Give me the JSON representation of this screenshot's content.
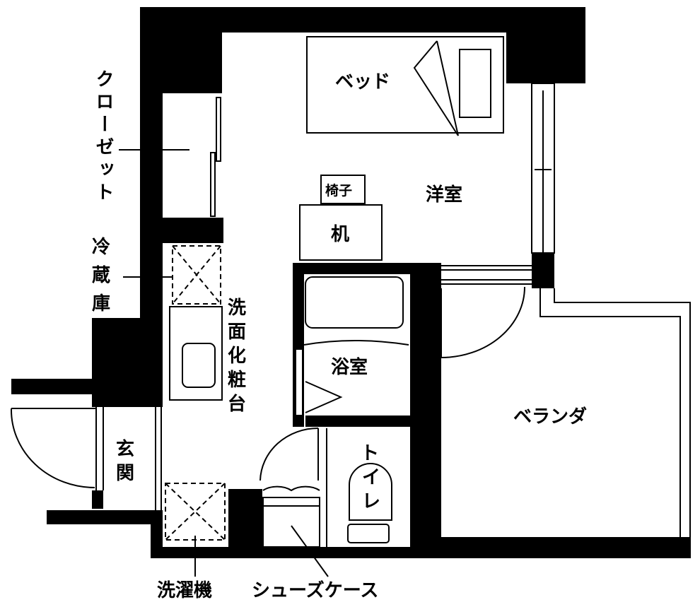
{
  "floorplan": {
    "labels": {
      "closet": "クローゼット",
      "fridge": [
        "冷",
        "蔵",
        "庫"
      ],
      "vanity": [
        "洗",
        "面",
        "化",
        "粧",
        "台"
      ],
      "entrance": [
        "玄",
        "関"
      ],
      "washer": "洗濯機",
      "shoe_case": "シューズケース",
      "bed": "ベッド",
      "chair": "椅子",
      "desk": "机",
      "western_room": "洋室",
      "bathroom": "浴室",
      "toilet": [
        "ト",
        "イ",
        "レ"
      ],
      "balcony": "ベランダ"
    },
    "colors": {
      "wall": "#000000",
      "background": "#ffffff"
    }
  }
}
